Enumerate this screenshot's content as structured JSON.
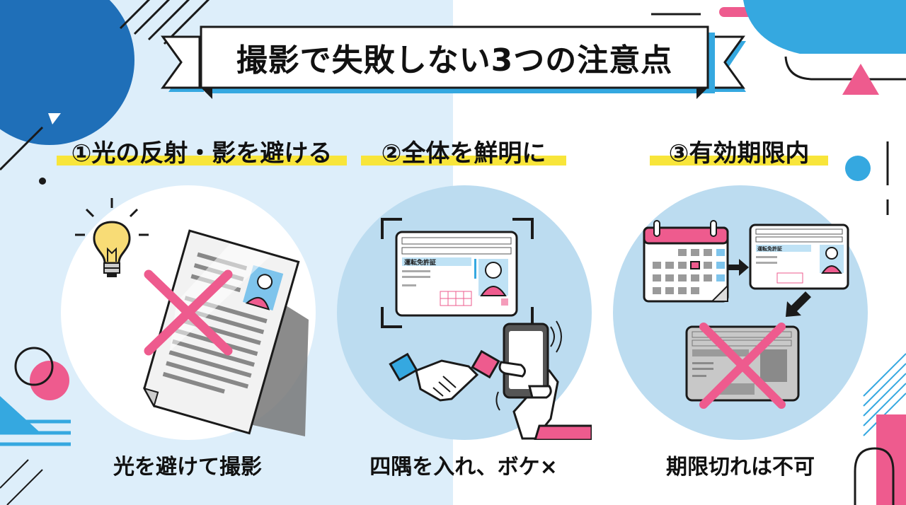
{
  "title": "撮影で失敗しない3つの注意点",
  "points": [
    {
      "heading": "①光の反射・影を避ける",
      "caption": "光を避けて撮影"
    },
    {
      "heading": "②全体を鮮明に",
      "caption": "四隅を入れ、ボケ×"
    },
    {
      "heading": "③有効期限内",
      "caption": "期限切れは不可"
    }
  ],
  "license_card": {
    "type_label": "運転免許証"
  },
  "colors": {
    "accent_pink": "#ee5b8e",
    "accent_blue": "#35a8e0",
    "dark_blue": "#1f6fb8",
    "highlight_yellow": "#f8e53a"
  }
}
